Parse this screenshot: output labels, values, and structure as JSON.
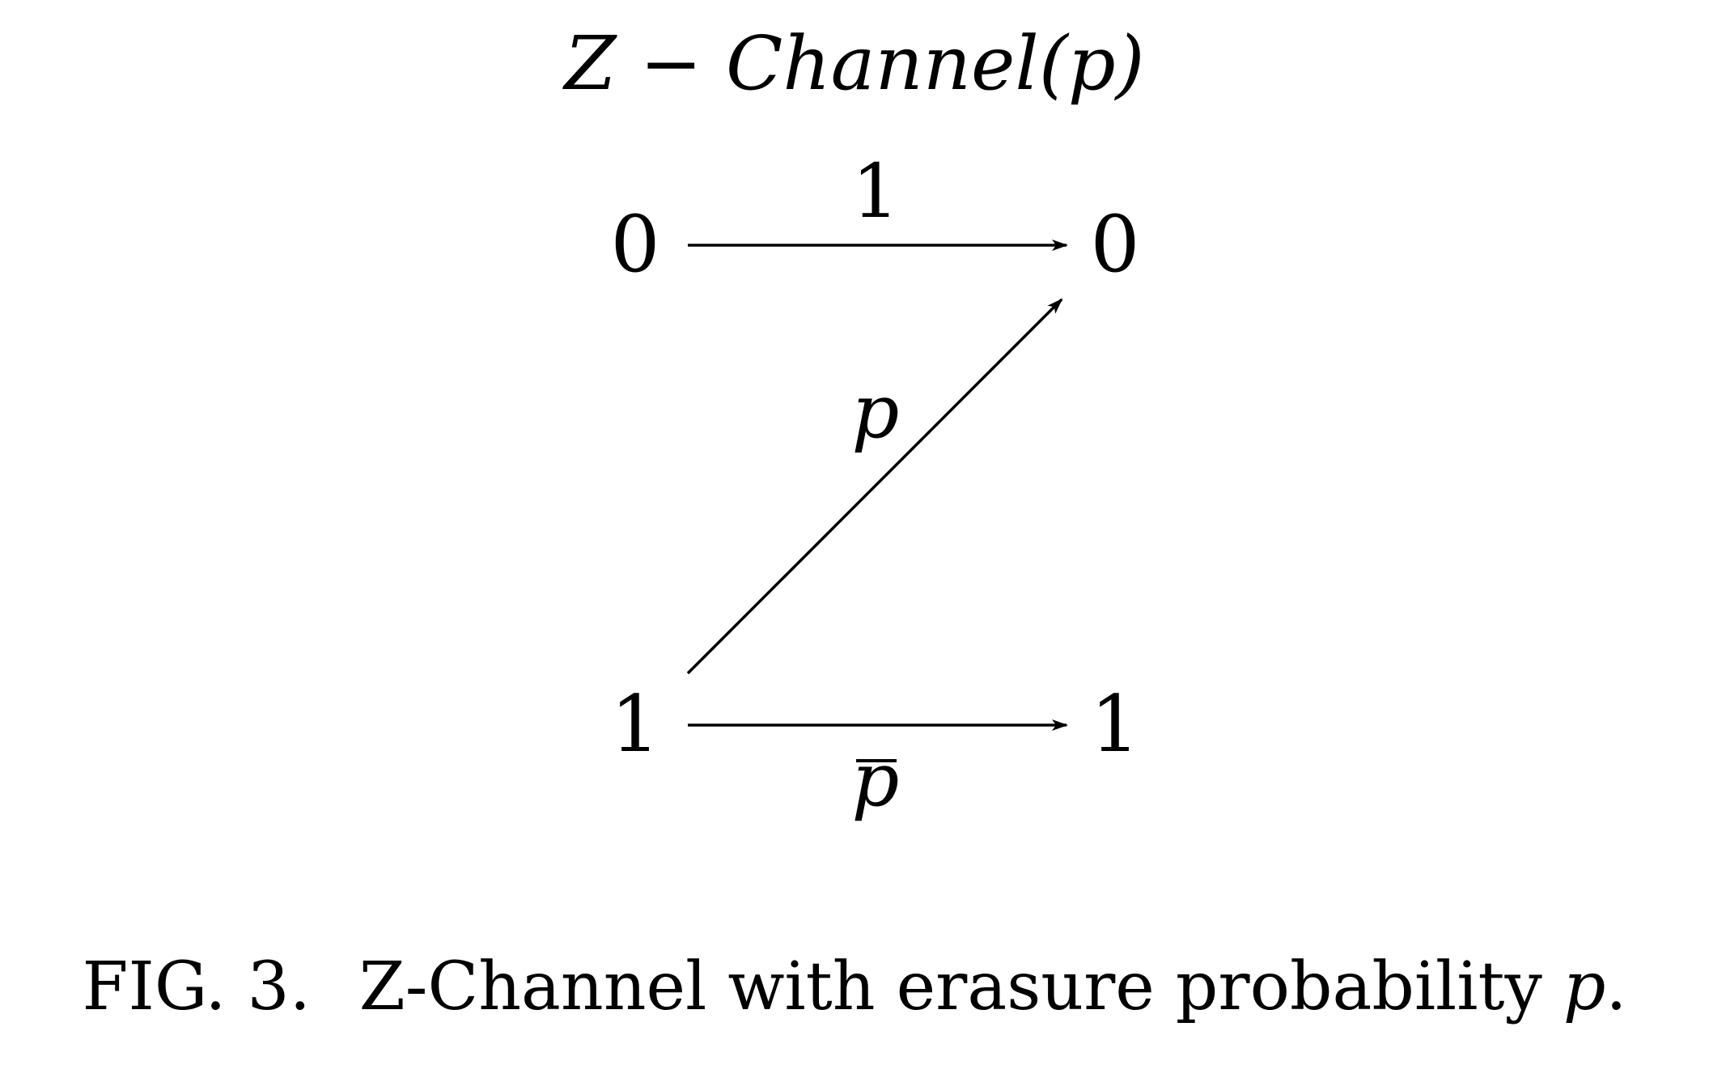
{
  "diagram": {
    "title": {
      "prefix": "Z − Channel(",
      "param": "p",
      "suffix": ")"
    },
    "nodes": {
      "input_top": "0",
      "output_top": "0",
      "input_bottom": "1",
      "output_bottom": "1"
    },
    "edges": {
      "top": {
        "label": "1"
      },
      "diagonal": {
        "label": "p"
      },
      "bottom": {
        "label": "p",
        "overline": true
      }
    }
  },
  "caption": {
    "label": "FIG. 3.",
    "text": "Z-Channel with erasure probability ",
    "symbol": "p",
    "end": "."
  }
}
